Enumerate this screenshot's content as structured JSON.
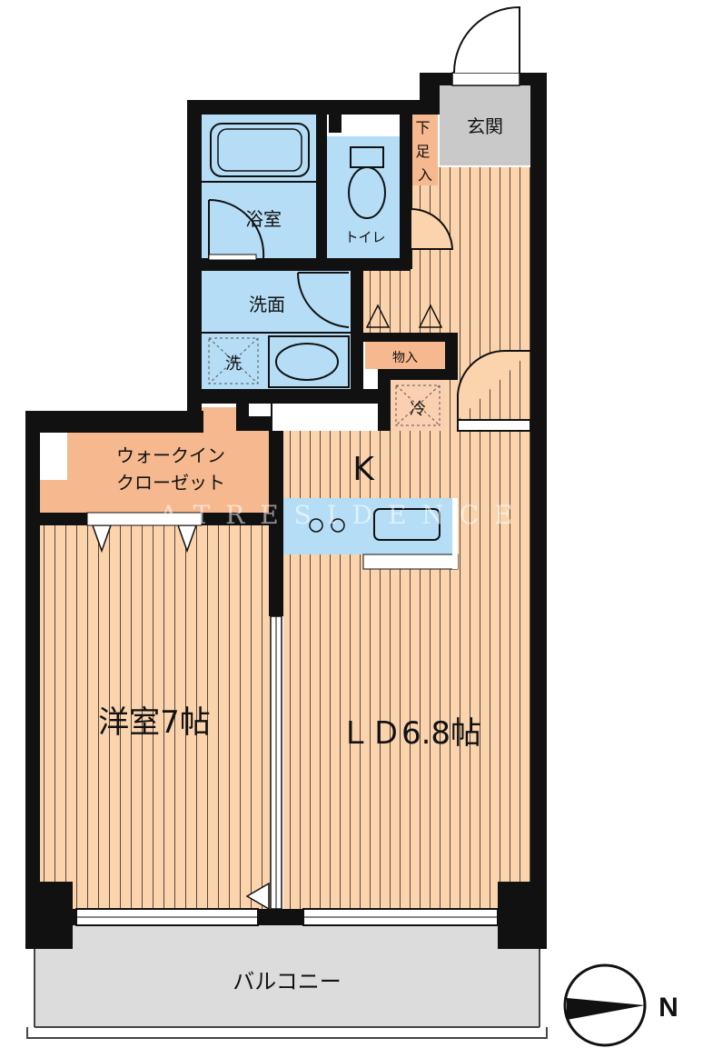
{
  "floorplan": {
    "watermark": "A T R E S I D E N C E",
    "colors": {
      "wall": "#111111",
      "wet_area": "#b5ddf5",
      "floor_wood": "#fbd4ae",
      "floor_grain": "#5a4636",
      "closet": "#f6b88e",
      "entrance": "#c9c9c9",
      "balcony": "#dcdcdc",
      "storage_small": "#fbd0b0"
    },
    "rooms": {
      "genkan": "玄関",
      "getabako": "下足入",
      "toilet": "トイレ",
      "bath": "浴室",
      "washroom": "洗面",
      "washer": "洗",
      "storage": "物入",
      "fridge": "冷",
      "kitchen": "K",
      "walkin_closet_line1": "ウォークイン",
      "walkin_closet_line2": "クローゼット",
      "western_room": "洋室7帖",
      "living_dining": "ＬＤ6.8帖",
      "balcony": "バルコニー"
    },
    "compass": {
      "label": "N",
      "icon": "north-compass-icon"
    }
  }
}
